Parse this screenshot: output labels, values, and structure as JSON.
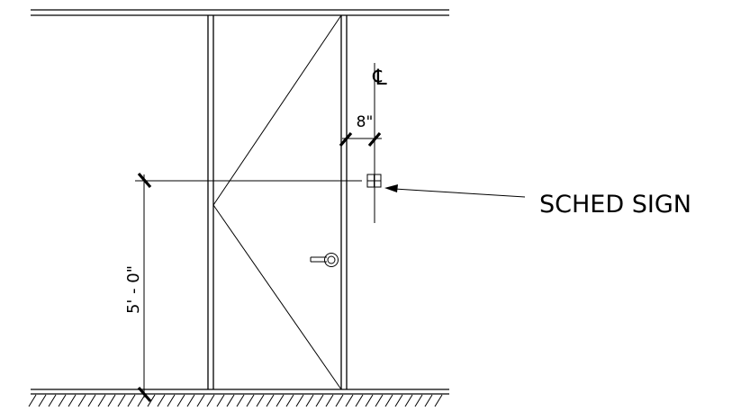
{
  "annotations": {
    "centerline_symbol": "℄",
    "offset_dimension": "8\"",
    "height_dimension": "5' - 0\"",
    "callout_label": "SCHED SIGN"
  }
}
